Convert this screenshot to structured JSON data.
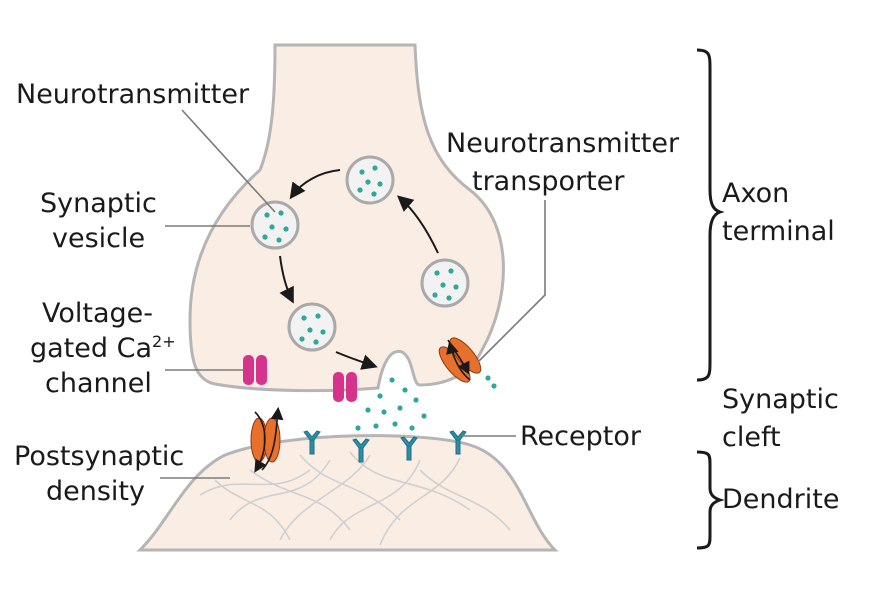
{
  "labels": {
    "neurotransmitter": "Neurotransmitter",
    "synaptic_vesicle_line1": "Synaptic",
    "synaptic_vesicle_line2": "vesicle",
    "vgcc_line1": "Voltage-",
    "vgcc_line2": "gated Ca",
    "vgcc_sup": "2+",
    "vgcc_line3": "channel",
    "postsynaptic_line1": "Postsynaptic",
    "postsynaptic_line2": "density",
    "transporter_line1": "Neurotransmitter",
    "transporter_line2": "transporter",
    "receptor": "Receptor",
    "axon_line1": "Axon",
    "axon_line2": "terminal",
    "cleft_line1": "Synaptic",
    "cleft_line2": "cleft",
    "dendrite": "Dendrite"
  },
  "colors": {
    "cell_fill": "#faeee4",
    "cell_outline": "#b5b5b5",
    "vesicle_fill": "#f2f2f2",
    "vesicle_outline": "#a9a9a9",
    "neurotransmitter_dot": "#2fa79a",
    "transporter": "#e8702d",
    "calcium_channel": "#d6338c",
    "receptor": "#2a8fa6",
    "label_text": "#1a1a1a",
    "leader_line": "#7a7a7a"
  }
}
